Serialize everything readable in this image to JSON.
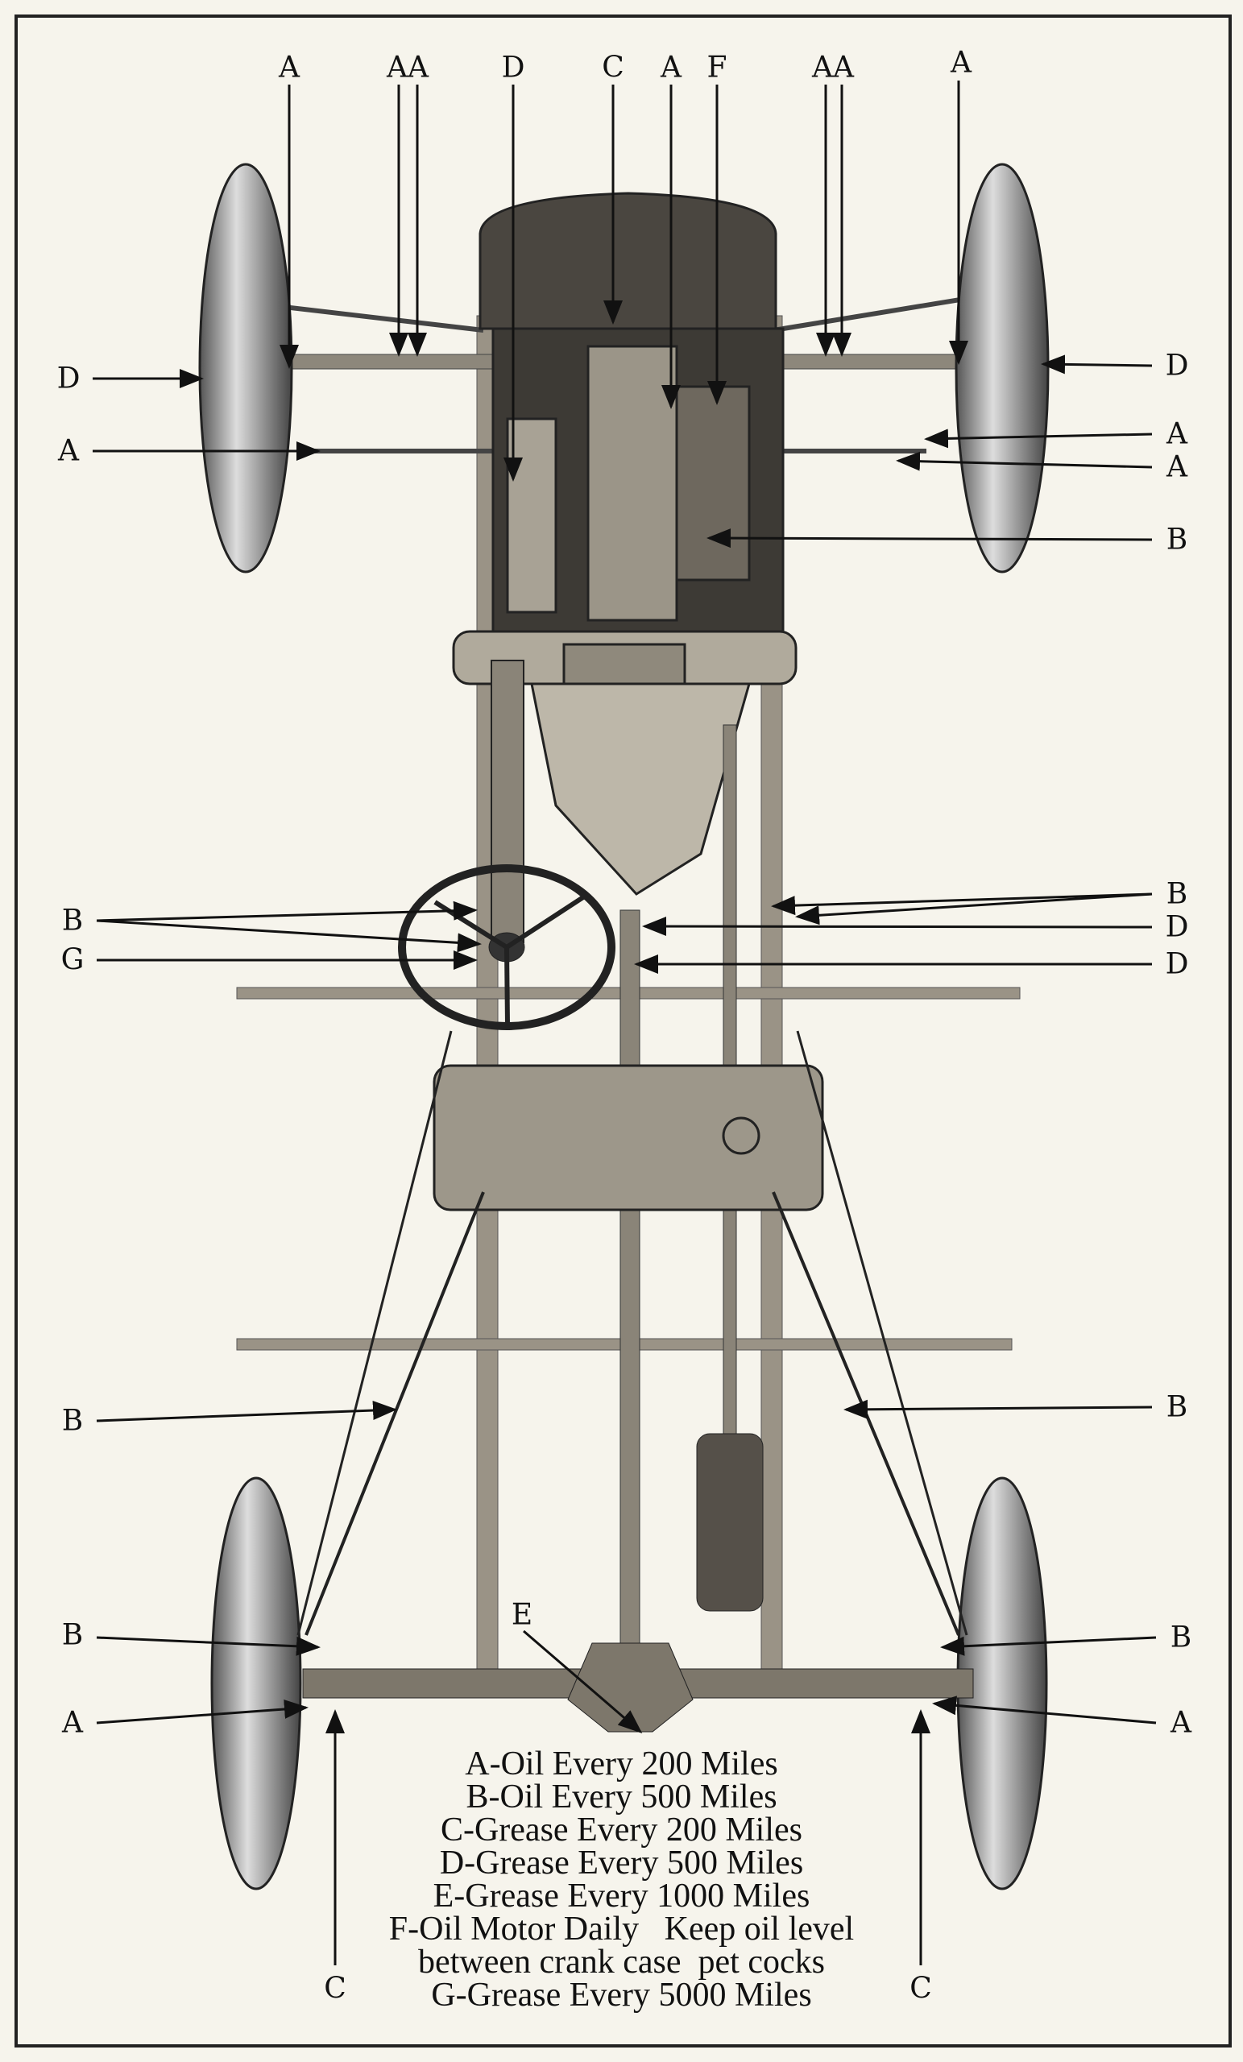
{
  "diagram": {
    "callouts_top": [
      "A",
      "AA",
      "D",
      "C",
      "A",
      "F",
      "AA",
      "A"
    ],
    "callouts_left": [
      "D",
      "A",
      "B",
      "G",
      "B",
      "B",
      "A",
      "C"
    ],
    "callouts_right": [
      "D",
      "A",
      "A",
      "B",
      "B",
      "D",
      "D",
      "B",
      "B",
      "A",
      "C"
    ],
    "callout_center": "E"
  },
  "legend": [
    "A-Oil Every 200 Miles",
    "B-Oil Every 500 Miles",
    "C-Grease Every 200 Miles",
    "D-Grease Every 500 Miles",
    "E-Grease Every 1000 Miles",
    "F-Oil Motor Daily   Keep oil level",
    "between crank case  pet cocks",
    "G-Grease Every 5000 Miles"
  ],
  "colors": {
    "paper": "#f6f4ec",
    "ink": "#111111",
    "metal": "#7a746a"
  }
}
